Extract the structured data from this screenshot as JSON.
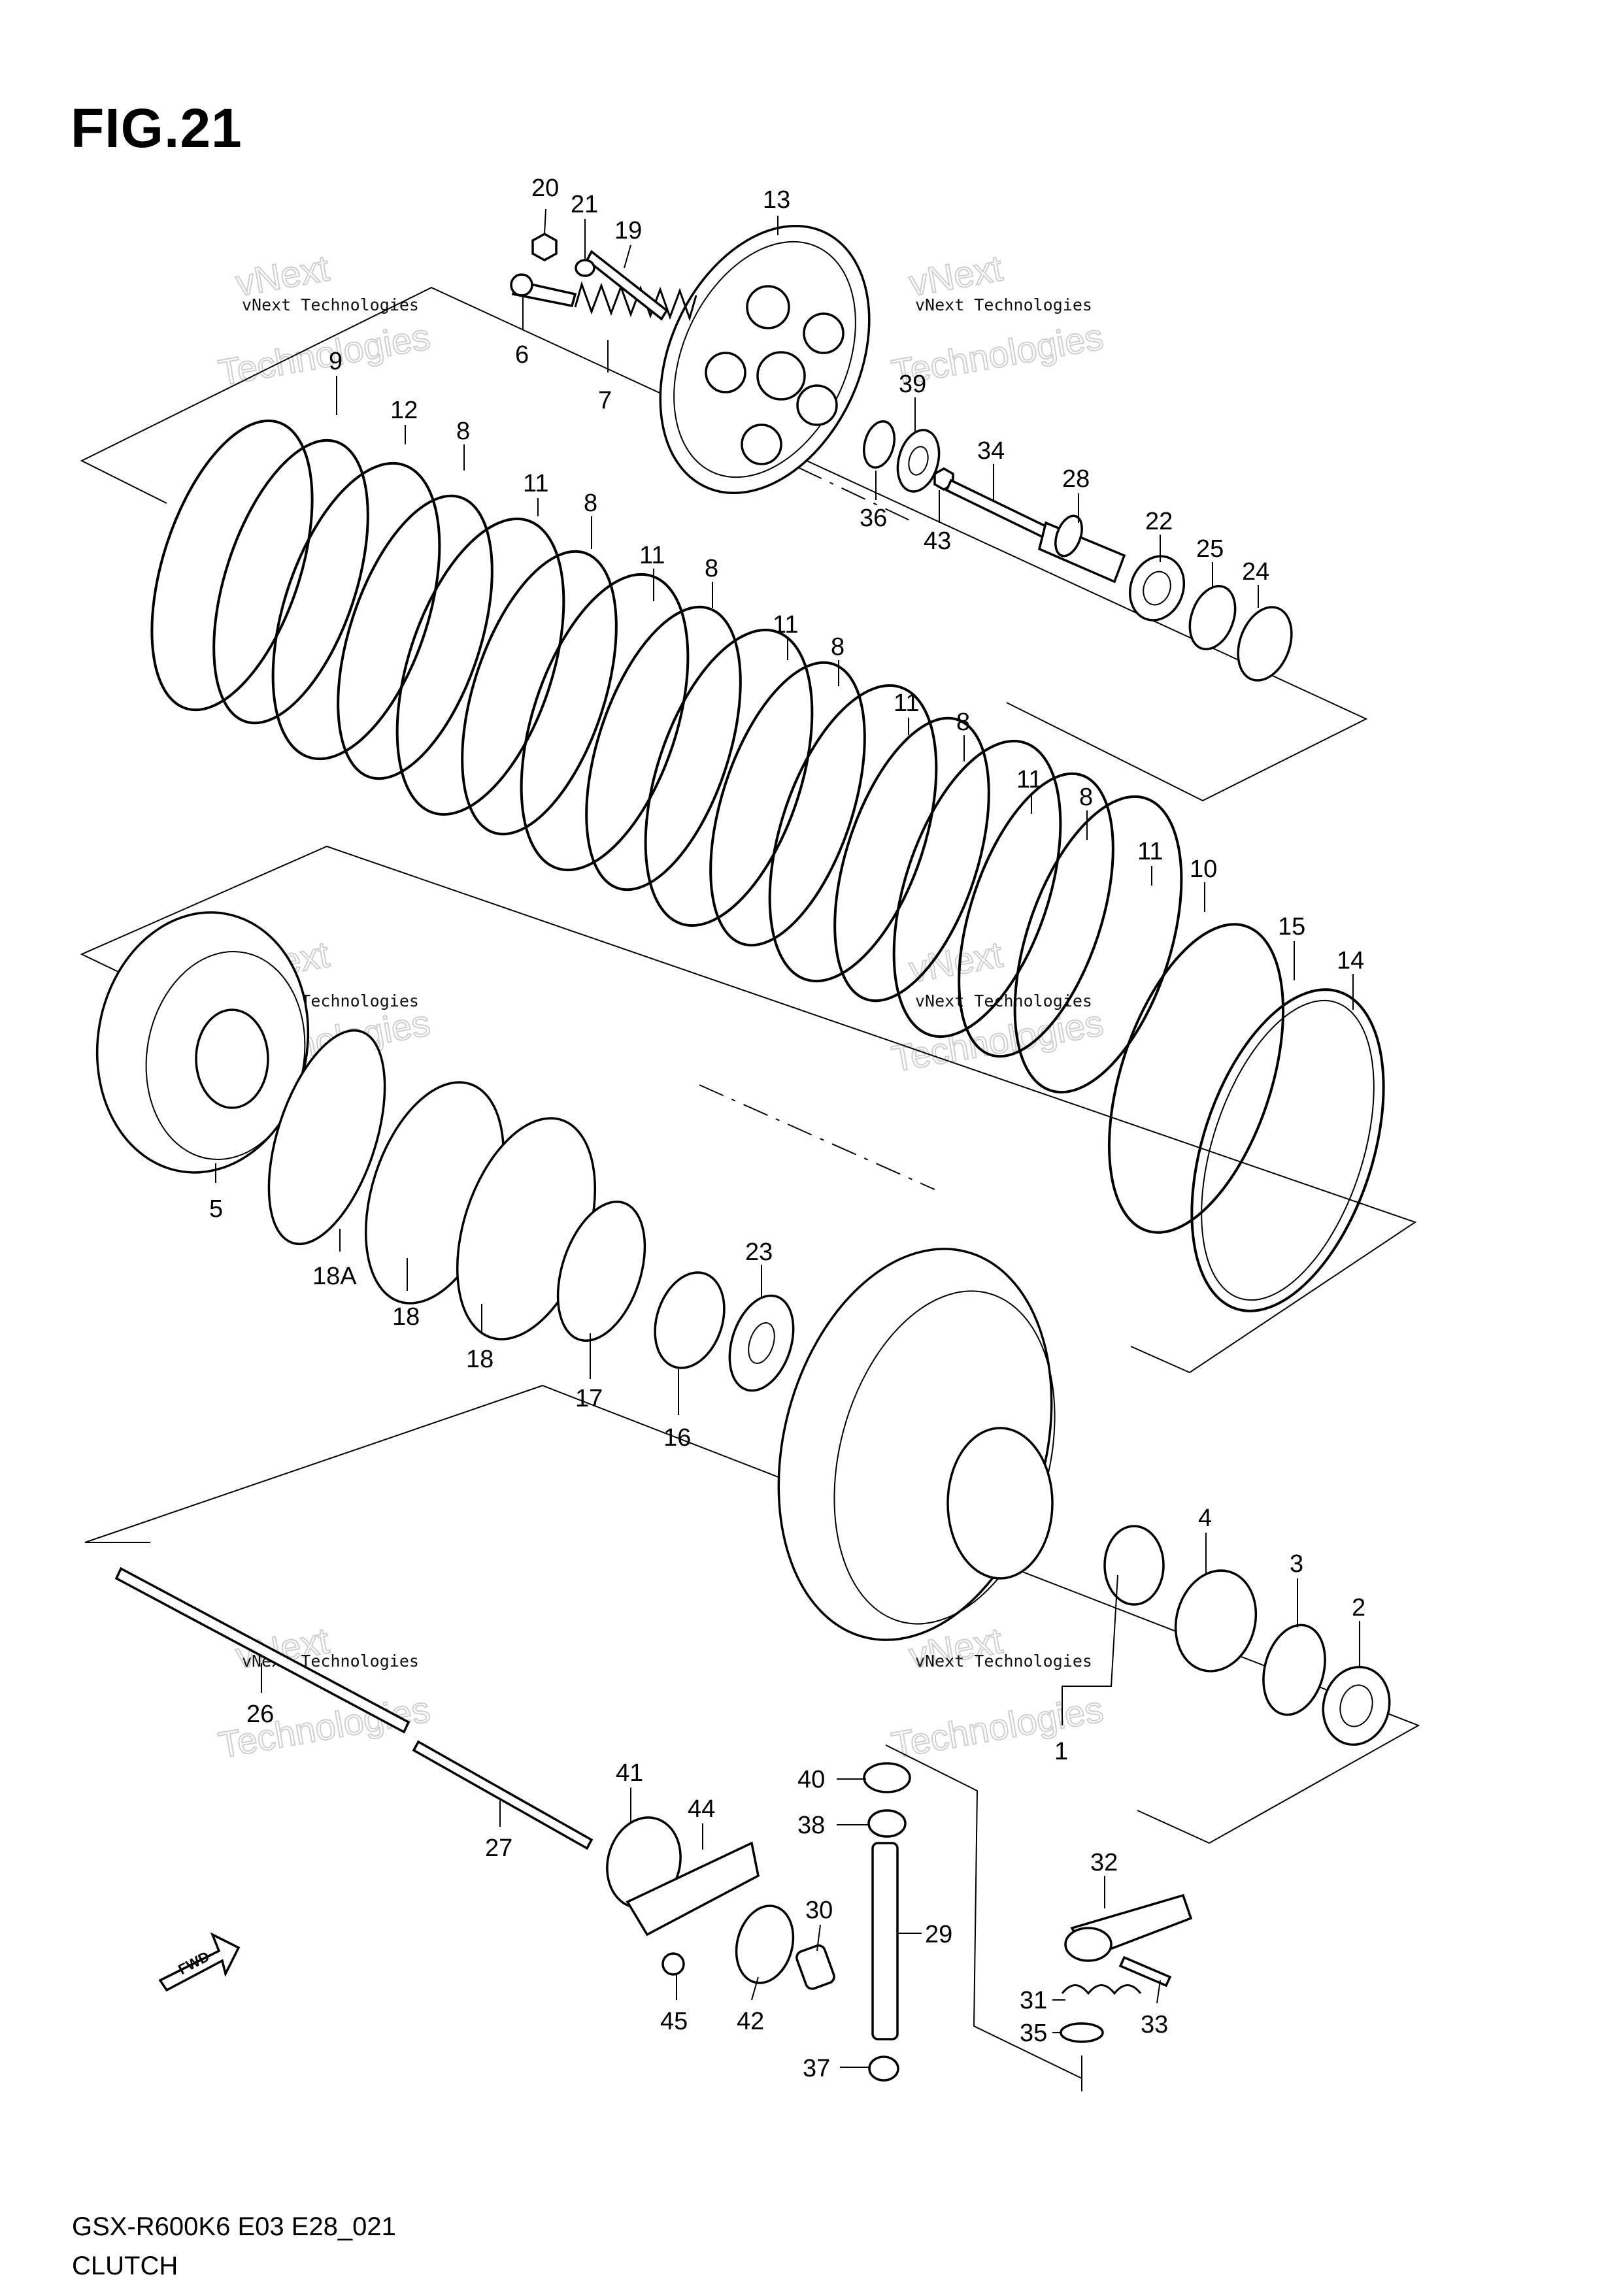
{
  "figure": {
    "title": "FIG.21",
    "model_code": "GSX-R600K6 E03 E28_021",
    "caption": "CLUTCH",
    "fwd_label": "FWD"
  },
  "watermark": {
    "line1": "vNext Technologies",
    "line2": "vNext",
    "line3": "Technologies"
  },
  "callouts": [
    {
      "id": "c20",
      "label": "20"
    },
    {
      "id": "c21",
      "label": "21"
    },
    {
      "id": "c19",
      "label": "19"
    },
    {
      "id": "c13",
      "label": "13"
    },
    {
      "id": "c6",
      "label": "6"
    },
    {
      "id": "c7",
      "label": "7"
    },
    {
      "id": "c39",
      "label": "39"
    },
    {
      "id": "c34",
      "label": "34"
    },
    {
      "id": "c28",
      "label": "28"
    },
    {
      "id": "c36",
      "label": "36"
    },
    {
      "id": "c43",
      "label": "43"
    },
    {
      "id": "c22",
      "label": "22"
    },
    {
      "id": "c25",
      "label": "25"
    },
    {
      "id": "c24",
      "label": "24"
    },
    {
      "id": "c9",
      "label": "9"
    },
    {
      "id": "c12",
      "label": "12"
    },
    {
      "id": "c8a",
      "label": "8"
    },
    {
      "id": "c11a",
      "label": "11"
    },
    {
      "id": "c8b",
      "label": "8"
    },
    {
      "id": "c11b",
      "label": "11"
    },
    {
      "id": "c8c",
      "label": "8"
    },
    {
      "id": "c11c",
      "label": "11"
    },
    {
      "id": "c8d",
      "label": "8"
    },
    {
      "id": "c11d",
      "label": "11"
    },
    {
      "id": "c8e",
      "label": "8"
    },
    {
      "id": "c11e",
      "label": "11"
    },
    {
      "id": "c8f",
      "label": "8"
    },
    {
      "id": "c11f",
      "label": "11"
    },
    {
      "id": "c10",
      "label": "10"
    },
    {
      "id": "c15",
      "label": "15"
    },
    {
      "id": "c14",
      "label": "14"
    },
    {
      "id": "c5",
      "label": "5"
    },
    {
      "id": "c18A",
      "label": "18A"
    },
    {
      "id": "c18a",
      "label": "18"
    },
    {
      "id": "c18b",
      "label": "18"
    },
    {
      "id": "c17",
      "label": "17"
    },
    {
      "id": "c23",
      "label": "23"
    },
    {
      "id": "c16",
      "label": "16"
    },
    {
      "id": "c4",
      "label": "4"
    },
    {
      "id": "c3",
      "label": "3"
    },
    {
      "id": "c2",
      "label": "2"
    },
    {
      "id": "c1",
      "label": "1"
    },
    {
      "id": "c26",
      "label": "26"
    },
    {
      "id": "c27",
      "label": "27"
    },
    {
      "id": "c41",
      "label": "41"
    },
    {
      "id": "c44",
      "label": "44"
    },
    {
      "id": "c40",
      "label": "40"
    },
    {
      "id": "c38",
      "label": "38"
    },
    {
      "id": "c30",
      "label": "30"
    },
    {
      "id": "c29",
      "label": "29"
    },
    {
      "id": "c45",
      "label": "45"
    },
    {
      "id": "c42",
      "label": "42"
    },
    {
      "id": "c37",
      "label": "37"
    },
    {
      "id": "c32",
      "label": "32"
    },
    {
      "id": "c31",
      "label": "31"
    },
    {
      "id": "c33",
      "label": "33"
    },
    {
      "id": "c35",
      "label": "35"
    }
  ]
}
